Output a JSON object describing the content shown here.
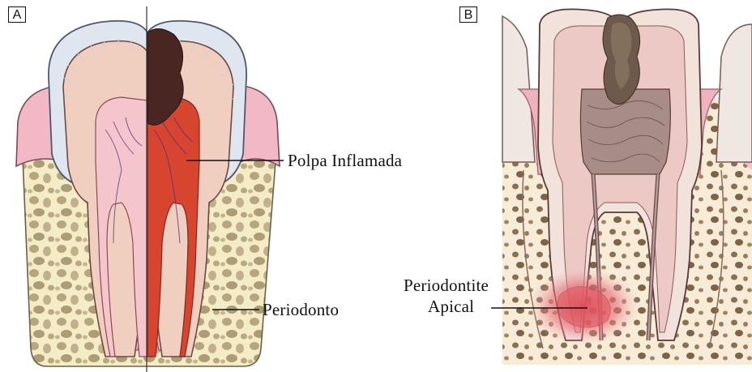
{
  "panels": {
    "a": {
      "letter": "A"
    },
    "b": {
      "letter": "B"
    }
  },
  "labels": {
    "polpa_inflamada": "Polpa Inflamada",
    "periodonto": "Periodonto",
    "periodontite_line1": "Periodontite",
    "periodontite_line2": "Apical"
  },
  "colors": {
    "enamel": "#dfe6f0",
    "dentin": "#f1cfc0",
    "pulp_healthy": "#f4c6cc",
    "pulp_inflamed": "#d8452f",
    "decay": "#4a2623",
    "gum": "#f2b8c6",
    "bone": "#f3ecc6",
    "bone_spot": "#b0a17a",
    "infection": "#e4606a"
  }
}
